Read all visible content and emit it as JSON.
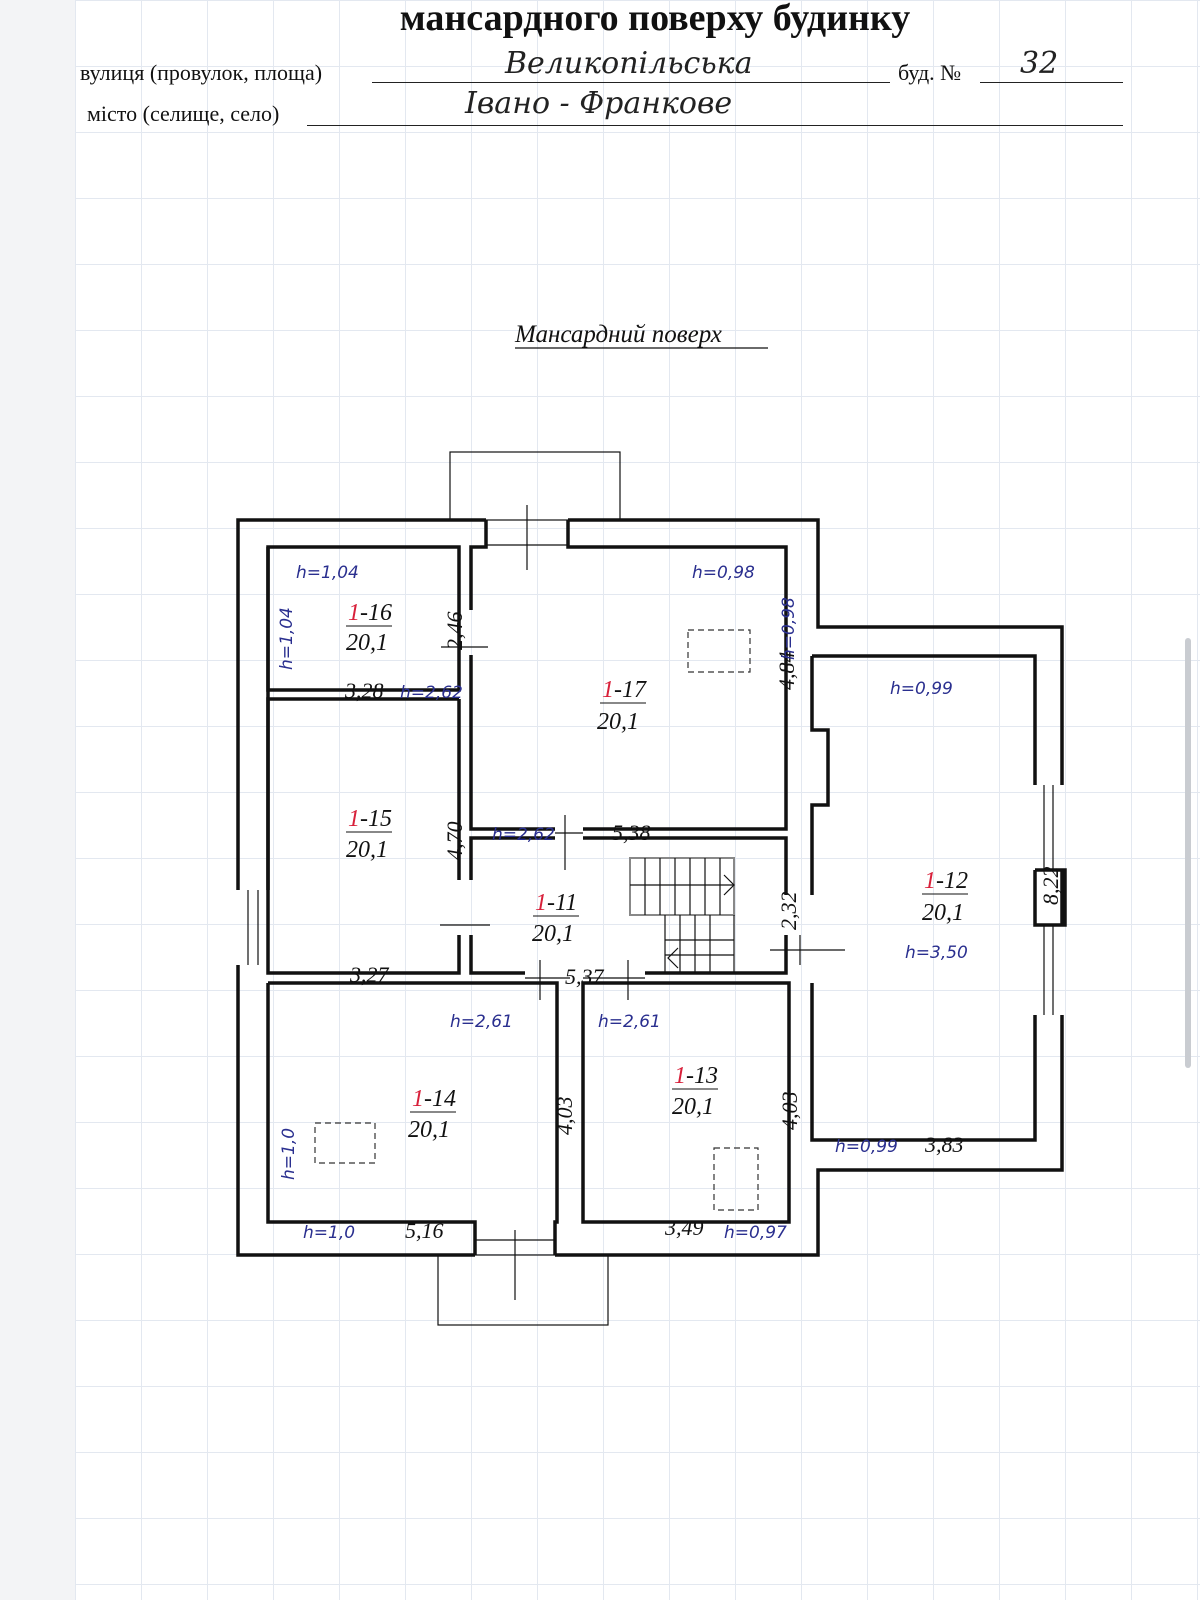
{
  "header": {
    "title": "мансардного поверху будинку",
    "street_label": "вулиця (провулок, площа)",
    "street_value": "Великопільська",
    "building_label": "буд. №",
    "building_value": "32",
    "city_label": "місто (селище, село)",
    "city_value": "Івано - Франкове"
  },
  "plan": {
    "title": "Мансардний поверх",
    "rooms": [
      {
        "prefix": "1",
        "suffix": "-16",
        "area": "20,1"
      },
      {
        "prefix": "1",
        "suffix": "-17",
        "area": "20,1"
      },
      {
        "prefix": "1",
        "suffix": "-15",
        "area": "20,1"
      },
      {
        "prefix": "1",
        "suffix": "-11",
        "area": "20,1"
      },
      {
        "prefix": "1",
        "suffix": "-12",
        "area": "20,1"
      },
      {
        "prefix": "1",
        "suffix": "-14",
        "area": "20,1"
      },
      {
        "prefix": "1",
        "suffix": "-13",
        "area": "20,1"
      }
    ],
    "dimensions": [
      "2,46",
      "3,28",
      "4,84",
      "5,38",
      "4,70",
      "3,27",
      "2,32",
      "5,37",
      "8,22",
      "4,03",
      "4,03",
      "5,16",
      "3,49",
      "3,83"
    ],
    "heights": [
      "h=1,04",
      "h=1,04",
      "h=2,62",
      "h=0,98",
      "h=0,98",
      "h=2,62",
      "h=0,99",
      "h=3,50",
      "h=2,61",
      "h=2,61",
      "h=1,0",
      "h=1,0",
      "h=0,97",
      "h=0,99"
    ]
  }
}
